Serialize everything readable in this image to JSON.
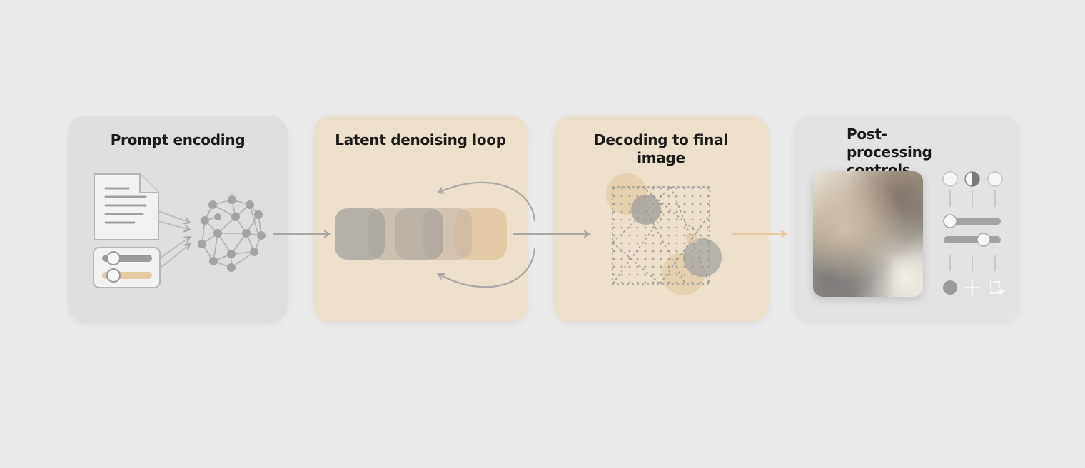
{
  "stages": [
    {
      "title": "Prompt encoding"
    },
    {
      "title": "Latent denoising loop"
    },
    {
      "title": "Decoding to final image"
    },
    {
      "title": "Post-processing controls"
    }
  ],
  "colors": {
    "background": "#ebebeb",
    "panel_gray": "#dedede",
    "panel_beige": "#ecdfcb",
    "accent_beige": "#e3c9a4",
    "arrow_gray": "#a7a7a7",
    "arrow_beige": "#e6c9a3"
  }
}
